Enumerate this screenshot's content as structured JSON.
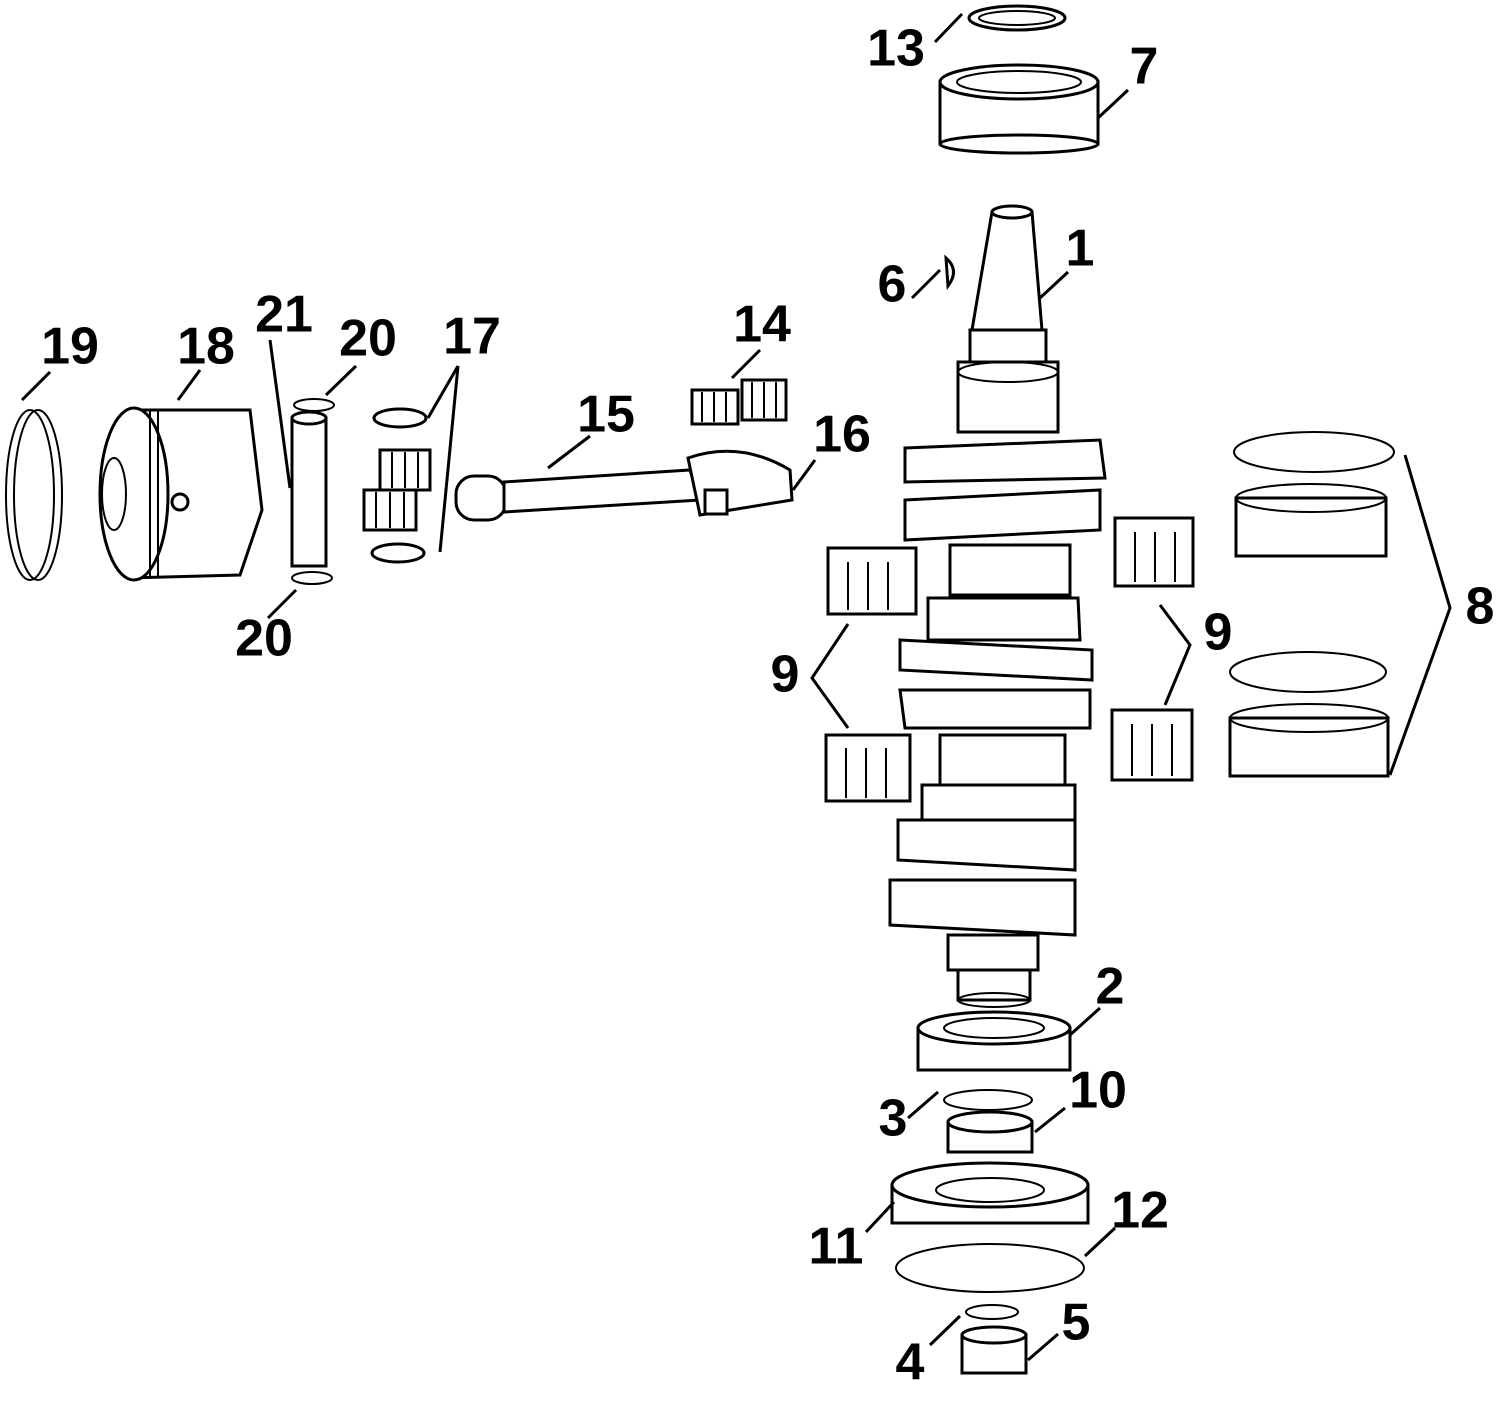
{
  "diagram": {
    "callouts": [
      {
        "id": "c1",
        "label": "1"
      },
      {
        "id": "c2",
        "label": "2"
      },
      {
        "id": "c3",
        "label": "3"
      },
      {
        "id": "c4",
        "label": "4"
      },
      {
        "id": "c5",
        "label": "5"
      },
      {
        "id": "c6",
        "label": "6"
      },
      {
        "id": "c7",
        "label": "7"
      },
      {
        "id": "c8",
        "label": "8"
      },
      {
        "id": "c9a",
        "label": "9"
      },
      {
        "id": "c9b",
        "label": "9"
      },
      {
        "id": "c10",
        "label": "10"
      },
      {
        "id": "c11",
        "label": "11"
      },
      {
        "id": "c12",
        "label": "12"
      },
      {
        "id": "c13",
        "label": "13"
      },
      {
        "id": "c14",
        "label": "14"
      },
      {
        "id": "c15",
        "label": "15"
      },
      {
        "id": "c16",
        "label": "16"
      },
      {
        "id": "c17",
        "label": "17"
      },
      {
        "id": "c18",
        "label": "18"
      },
      {
        "id": "c19",
        "label": "19"
      },
      {
        "id": "c20a",
        "label": "20"
      },
      {
        "id": "c20b",
        "label": "20"
      },
      {
        "id": "c21",
        "label": "21"
      }
    ]
  }
}
